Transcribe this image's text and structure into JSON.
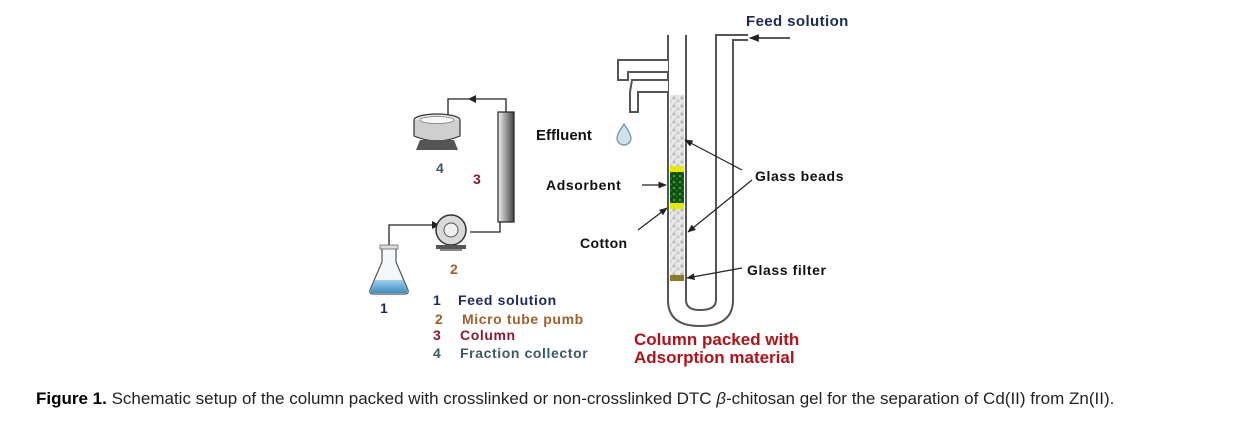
{
  "setup": {
    "flask_number": "1",
    "pump_number": "2",
    "column_number": "3",
    "collector_number": "4",
    "legend": [
      {
        "num": "1",
        "label": "Feed solution",
        "color": "#1b2a5c"
      },
      {
        "num": "2",
        "label": "Micro tube pumb",
        "color": "#a0602a"
      },
      {
        "num": "3",
        "label": "Column",
        "color": "#8b1a2b"
      },
      {
        "num": "4",
        "label": "Fraction collector",
        "color": "#3a5a6a"
      }
    ]
  },
  "column_detail": {
    "feed_label": "Feed solution",
    "effluent_label": "Effluent",
    "adsorbent_label": "Adsorbent",
    "cotton_label": "Cotton",
    "glass_beads_label": "Glass beads",
    "glass_filter_label": "Glass filter",
    "title_line1": "Column packed with",
    "title_line2": "Adsorption material",
    "title_color": "#b0121a"
  },
  "caption": {
    "figure_label": "Figure 1.",
    "text_before_beta": " Schematic setup of the column packed with crosslinked or non-crosslinked DTC ",
    "beta": "β",
    "text_after_beta": "-chitosan gel for the separation of Cd(II) from Zn(II)."
  }
}
